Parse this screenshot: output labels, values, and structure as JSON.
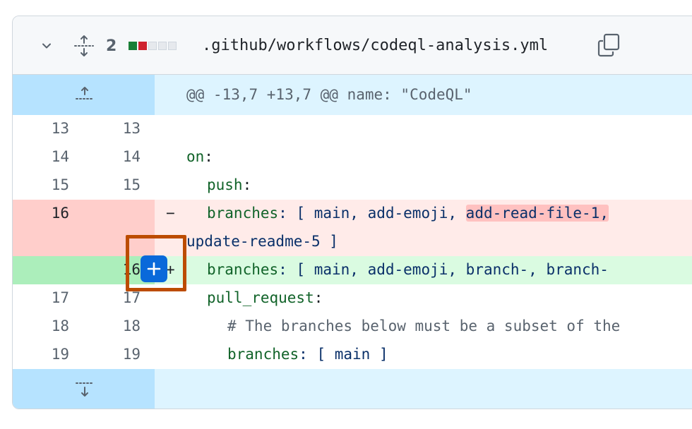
{
  "file_header": {
    "changes_count": "2",
    "diffstat": [
      "added",
      "deleted",
      "neutral",
      "neutral",
      "neutral"
    ],
    "path": ".github/workflows/codeql-analysis.yml"
  },
  "hunk": {
    "header": "@@ -13,7 +13,7 @@ name: \"CodeQL\""
  },
  "lines": {
    "l13": {
      "old": "13",
      "new": "13"
    },
    "l14": {
      "old": "14",
      "new": "14",
      "key": "on",
      "colon": ":"
    },
    "l15": {
      "old": "15",
      "new": "15",
      "key": "push",
      "colon": ":"
    },
    "l16_del": {
      "old": "16",
      "sign": "−",
      "key": "branches",
      "pre": ": [ main, add-emoji, ",
      "highlight": "add-read-file-1,",
      "wrap": "update-readme-5 ]"
    },
    "l16_add": {
      "new": "16",
      "sign": "+",
      "key": "branches",
      "rest": ": [ main, add-emoji, branch-, branch-"
    },
    "l17": {
      "old": "17",
      "new": "17",
      "key": "pull_request",
      "colon": ":"
    },
    "l18": {
      "old": "18",
      "new": "18",
      "comment": "# The branches below must be a subset of the"
    },
    "l19": {
      "old": "19",
      "new": "19",
      "key": "branches",
      "rest": ": [ main ]"
    }
  },
  "colors": {
    "expander_bg": "#ddf4ff",
    "deletion_bg": "#ffebe9",
    "addition_bg": "#dafbe1",
    "comment_button": "#0969da",
    "highlight_outline": "#bc4c00"
  },
  "icons": [
    "chevron-down-icon",
    "unfold-icon",
    "copy-icon",
    "fold-up-icon",
    "fold-down-icon",
    "plus-icon"
  ]
}
